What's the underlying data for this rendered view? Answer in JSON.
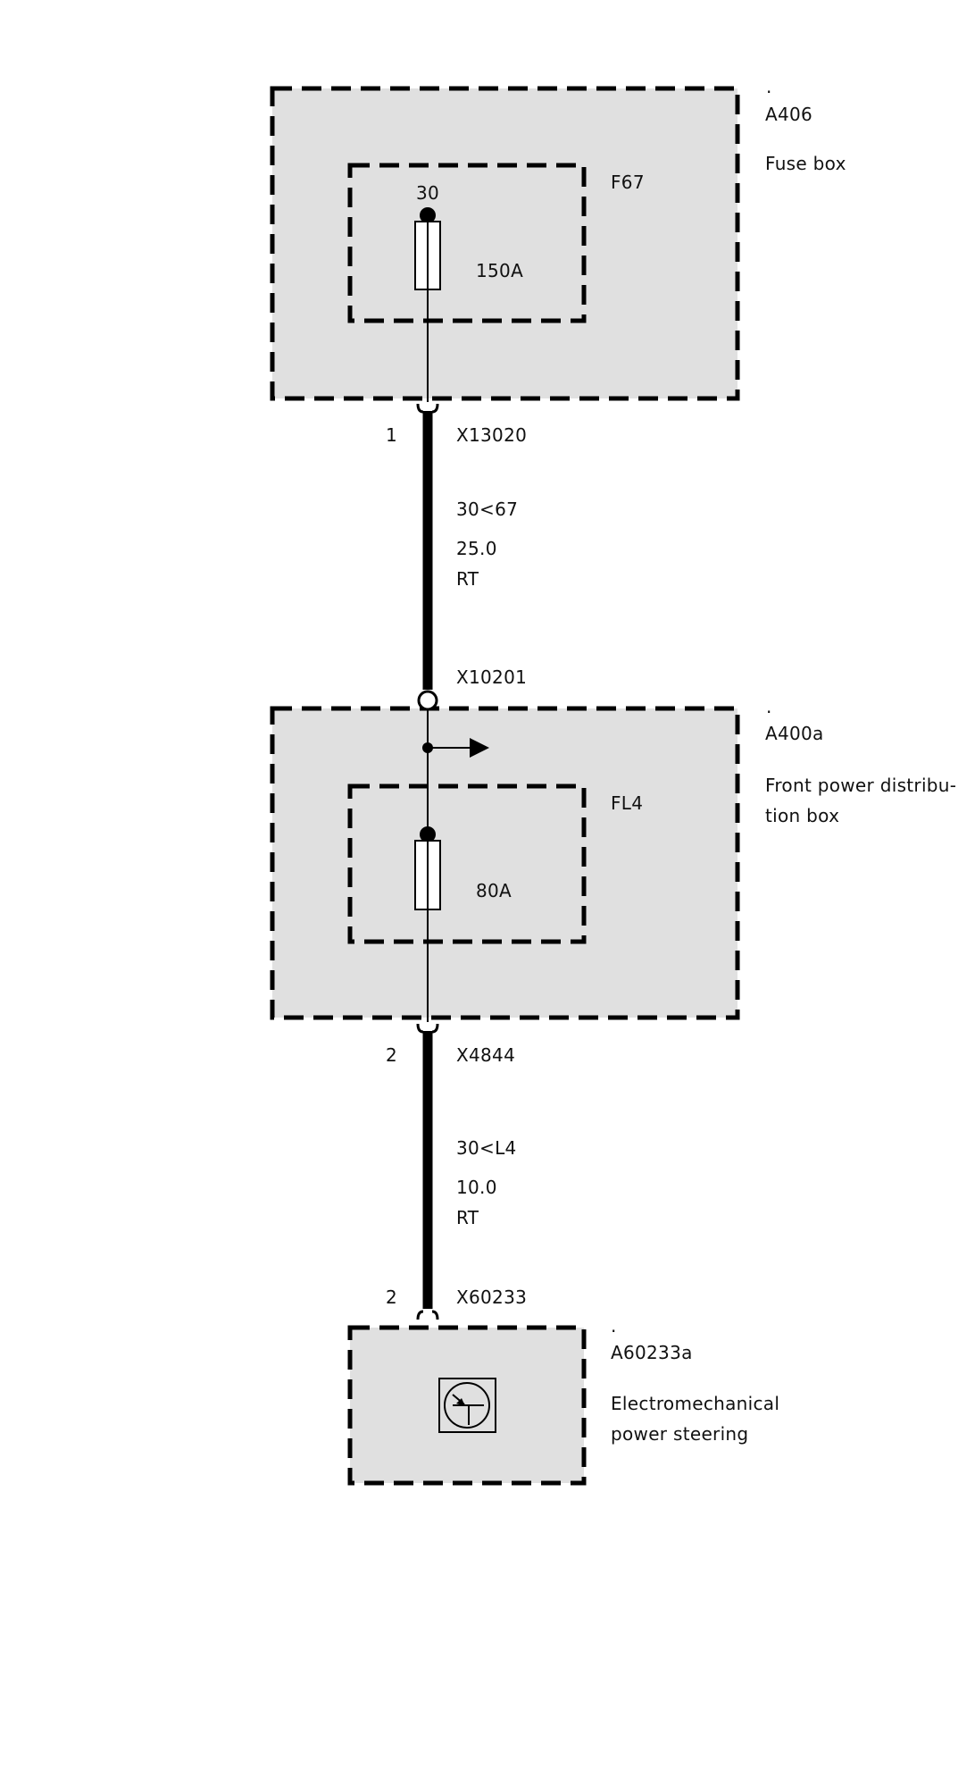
{
  "colors": {
    "box_fill": "#e0e0e0",
    "line": "#000000",
    "text": "#111111",
    "background": "#ffffff"
  },
  "components": {
    "a406": {
      "dot": ".",
      "id": "A406",
      "name": "Fuse box",
      "fuse": {
        "id": "F67",
        "terminal": "30",
        "rating": "150A"
      }
    },
    "a400a": {
      "dot": ".",
      "id": "A400a",
      "name_line1": "Front power distribu-",
      "name_line2": "tion box",
      "fuse": {
        "id": "FL4",
        "rating": "80A"
      }
    },
    "a60233a": {
      "dot": ".",
      "id": "A60233a",
      "name_line1": "Electromechanical",
      "name_line2": "power steering",
      "icon": "motor-symbol-icon"
    }
  },
  "connectors": {
    "x13020": {
      "pin": "1",
      "id": "X13020"
    },
    "x10201": {
      "id": "X10201"
    },
    "x4844": {
      "pin": "2",
      "id": "X4844"
    },
    "x60233": {
      "pin": "2",
      "id": "X60233"
    }
  },
  "wires": {
    "w1": {
      "circuit": "30<67",
      "cross_section": "25.0",
      "color_code": "RT"
    },
    "w2": {
      "circuit": "30<L4",
      "cross_section": "10.0",
      "color_code": "RT"
    }
  }
}
